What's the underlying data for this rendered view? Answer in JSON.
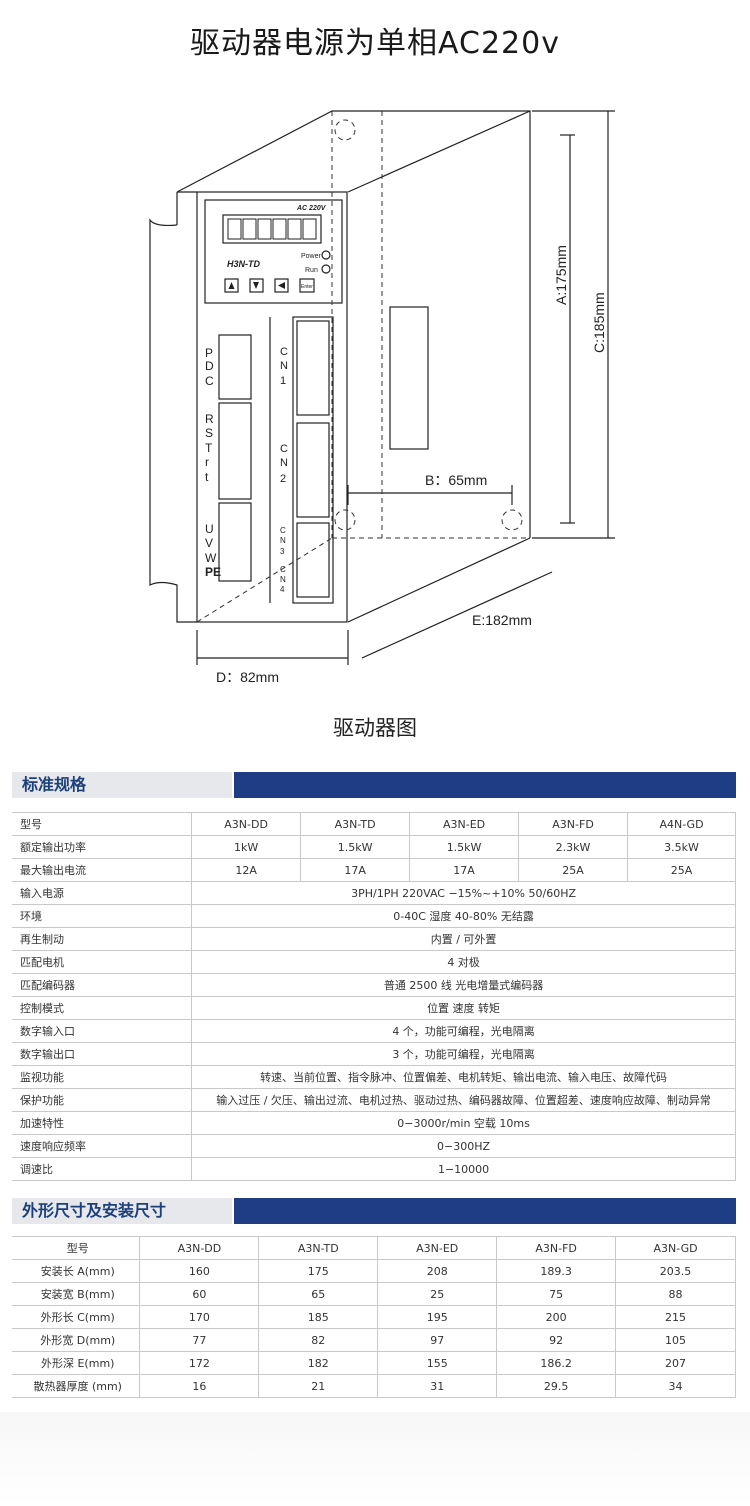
{
  "title": "驱动器电源为单相AC220v",
  "drawing": {
    "panel_label_ac": "AC 220V",
    "model_label": "H3N-TD",
    "power_label": "Power",
    "run_label": "Run",
    "enter_label": "Enter",
    "dim_a": "A:175mm",
    "dim_c": "C:185mm",
    "dim_b": "B：65mm",
    "dim_e": "E:182mm",
    "dim_d": "D：82mm",
    "left_labels": [
      "P",
      "D",
      "C",
      "R",
      "S",
      "T",
      "r",
      "t",
      "U",
      "V",
      "W",
      "PE"
    ],
    "right_labels": [
      "C",
      "N",
      "1",
      "C",
      "N",
      "2",
      "C",
      "N",
      "3",
      "C",
      "N",
      "4"
    ]
  },
  "caption": "驱动器图",
  "spec_section": {
    "heading": "标准规格",
    "header_row": [
      "型号",
      "A3N-DD",
      "A3N-TD",
      "A3N-ED",
      "A3N-FD",
      "A4N-GD"
    ],
    "multi_rows": [
      [
        "额定输出功率",
        "1kW",
        "1.5kW",
        "1.5kW",
        "2.3kW",
        "3.5kW"
      ],
      [
        "最大输出电流",
        "12A",
        "17A",
        "17A",
        "25A",
        "25A"
      ]
    ],
    "single_rows": [
      [
        "输入电源",
        "3PH/1PH 220VAC −15%~+10% 50/60HZ"
      ],
      [
        "环境",
        "0-40C 湿度 40-80% 无结露"
      ],
      [
        "再生制动",
        "内置 / 可外置"
      ],
      [
        "匹配电机",
        "4 对极"
      ],
      [
        "匹配编码器",
        "普通 2500 线 光电增量式编码器"
      ],
      [
        "控制模式",
        "位置 速度 转矩"
      ],
      [
        "数字输入口",
        "4 个，功能可编程，光电隔离"
      ],
      [
        "数字输出口",
        "3 个，功能可编程，光电隔离"
      ],
      [
        "监视功能",
        "转速、当前位置、指令脉冲、位置偏差、电机转矩、输出电流、输入电压、故障代码"
      ],
      [
        "保护功能",
        "输入过压 / 欠压、输出过流、电机过热、驱动过热、编码器故障、位置超差、速度响应故障、制动异常"
      ],
      [
        "加速特性",
        "0−3000r/min 空载 10ms"
      ],
      [
        "速度响应频率",
        "0−300HZ"
      ],
      [
        "调速比",
        "1−10000"
      ]
    ]
  },
  "dims_section": {
    "heading": "外形尺寸及安装尺寸",
    "header_row": [
      "型号",
      "A3N-DD",
      "A3N-TD",
      "A3N-ED",
      "A3N-FD",
      "A3N-GD"
    ],
    "rows": [
      [
        "安装长 A(mm)",
        "160",
        "175",
        "208",
        "189.3",
        "203.5"
      ],
      [
        "安装宽 B(mm)",
        "60",
        "65",
        "25",
        "75",
        "88"
      ],
      [
        "外形长 C(mm)",
        "170",
        "185",
        "195",
        "200",
        "215"
      ],
      [
        "外形宽 D(mm)",
        "77",
        "82",
        "97",
        "92",
        "105"
      ],
      [
        "外形深 E(mm)",
        "172",
        "182",
        "155",
        "186.2",
        "207"
      ],
      [
        "散热器厚度 (mm)",
        "16",
        "21",
        "31",
        "29.5",
        "34"
      ]
    ]
  }
}
